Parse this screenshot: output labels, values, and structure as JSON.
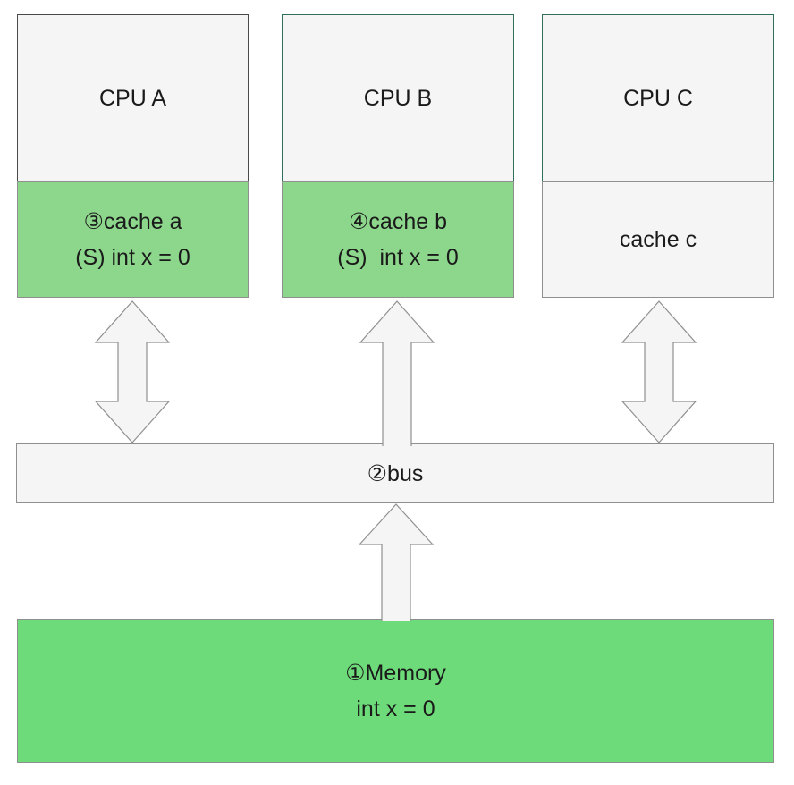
{
  "title": "CPU cache coherence diagram",
  "columns": [
    {
      "cpu_label": "CPU A",
      "cache_lines": [
        "③cache a",
        "(S) int x = 0"
      ],
      "cache_highlighted": true
    },
    {
      "cpu_label": "CPU B",
      "cache_lines": [
        "④cache b",
        "(S)  int x = 0"
      ],
      "cache_highlighted": true
    },
    {
      "cpu_label": "CPU C",
      "cache_lines": [
        "cache c"
      ],
      "cache_highlighted": false
    }
  ],
  "bus": {
    "label": "②bus"
  },
  "memory": {
    "lines": [
      "①Memory",
      "int x = 0"
    ]
  },
  "colors": {
    "cache_green": "#8dd78d",
    "memory_green": "#6edb7a",
    "box_fill": "#f5f5f5",
    "box_border": "#8f8f8f",
    "cpu_a_border": "#4a4a4a",
    "cpu_bc_border": "#2e6f5e",
    "arrow_fill": "#f5f5f5",
    "arrow_stroke": "#8f8f8f",
    "text": "#1a1a1a"
  }
}
